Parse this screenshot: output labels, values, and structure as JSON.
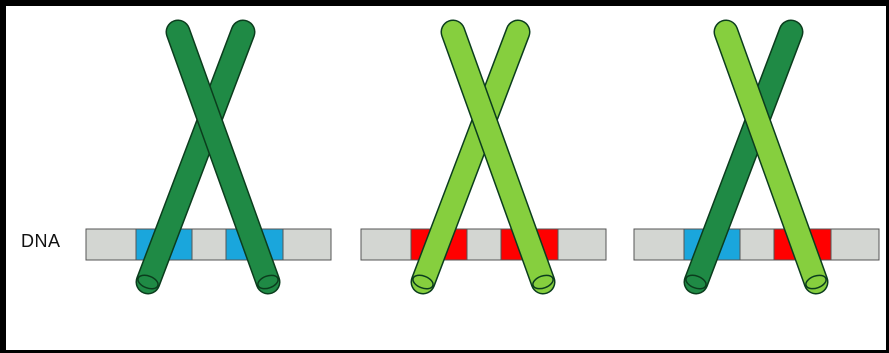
{
  "label": "DNA",
  "colors": {
    "dark_green": "#1f8a45",
    "light_green": "#86cf3e",
    "outline": "#0b3d1d",
    "dna_grey": "#d3d6d2",
    "site_blue": "#1aa6dc",
    "site_red": "#ff0000"
  },
  "panels": [
    {
      "name": "homodimer-dark",
      "left_rod": "dark_green",
      "right_rod": "dark_green",
      "left_site": "site_blue",
      "right_site": "site_blue"
    },
    {
      "name": "homodimer-light",
      "left_rod": "light_green",
      "right_rod": "light_green",
      "left_site": "site_red",
      "right_site": "site_red"
    },
    {
      "name": "heterodimer",
      "left_rod": "dark_green",
      "right_rod": "light_green",
      "left_site": "site_blue",
      "right_site": "site_red"
    }
  ]
}
